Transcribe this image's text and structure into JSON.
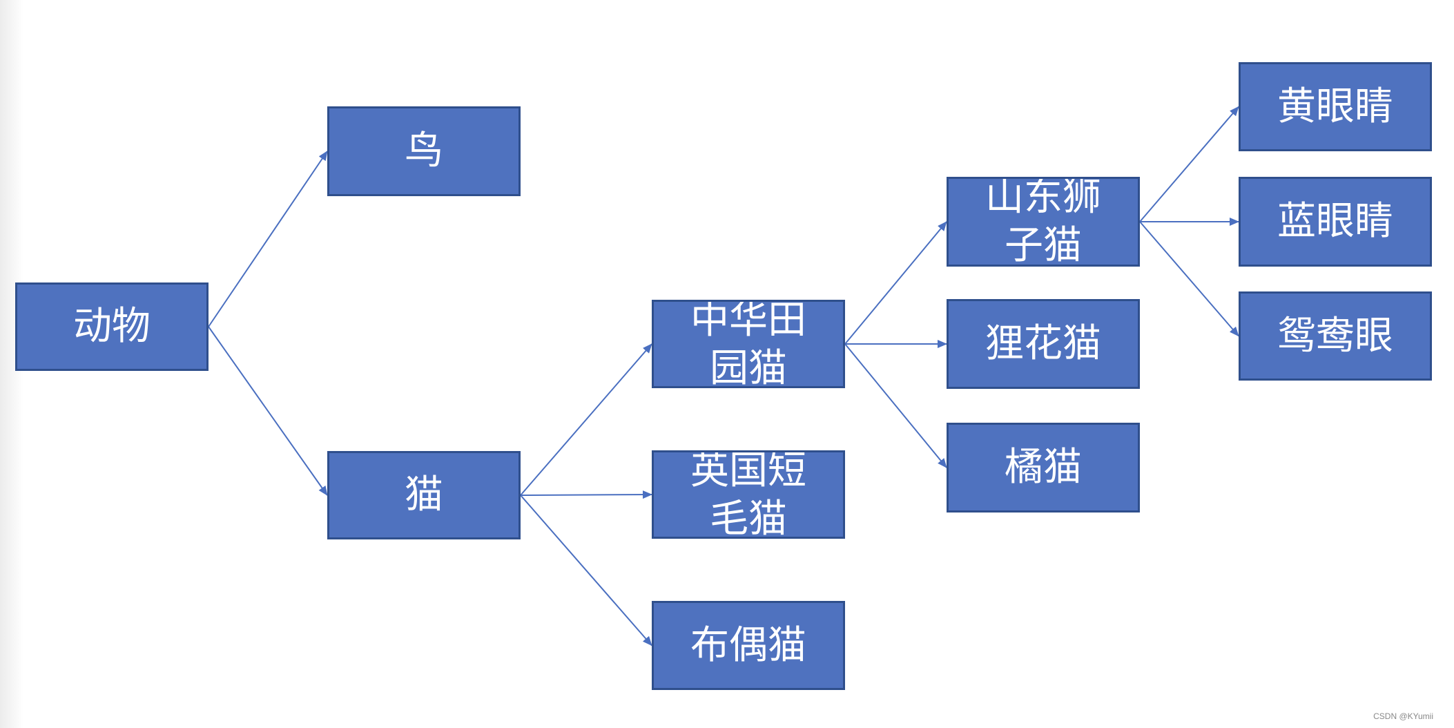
{
  "colors": {
    "node_fill": "#4f72bf",
    "node_border": "#2f4f8c",
    "edge": "#4a6fc0",
    "text": "#ffffff"
  },
  "nodes": {
    "animal": "动物",
    "bird": "鸟",
    "cat": "猫",
    "chinese_rural_cat": "中华田园猫",
    "british_shorthair": "英国短毛猫",
    "ragdoll": "布偶猫",
    "shandong_lion_cat": "山东狮子猫",
    "li_hua_cat": "狸花猫",
    "orange_cat": "橘猫",
    "yellow_eyes": "黄眼睛",
    "blue_eyes": "蓝眼睛",
    "odd_eyes": "鸳鸯眼"
  },
  "edges": [
    [
      "animal",
      "bird"
    ],
    [
      "animal",
      "cat"
    ],
    [
      "cat",
      "chinese_rural_cat"
    ],
    [
      "cat",
      "british_shorthair"
    ],
    [
      "cat",
      "ragdoll"
    ],
    [
      "chinese_rural_cat",
      "shandong_lion_cat"
    ],
    [
      "chinese_rural_cat",
      "li_hua_cat"
    ],
    [
      "chinese_rural_cat",
      "orange_cat"
    ],
    [
      "shandong_lion_cat",
      "yellow_eyes"
    ],
    [
      "shandong_lion_cat",
      "blue_eyes"
    ],
    [
      "shandong_lion_cat",
      "odd_eyes"
    ]
  ],
  "watermark": "CSDN @KYumii"
}
